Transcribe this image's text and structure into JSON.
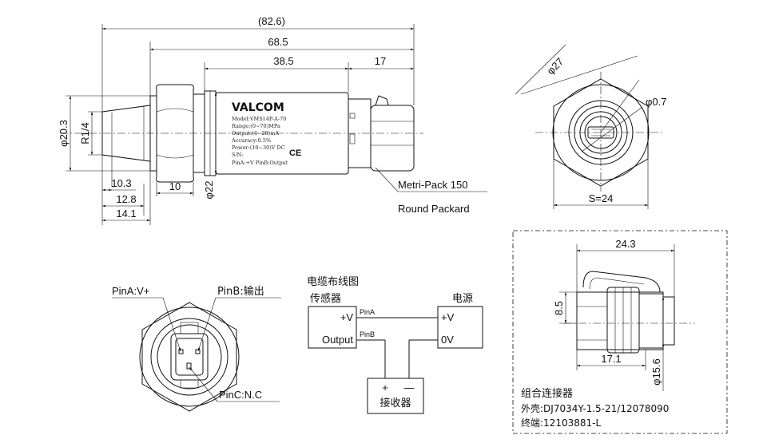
{
  "side_view": {
    "dims": {
      "overall": "(82.6)",
      "length_68": "68.5",
      "length_38": "38.5",
      "length_17": "17",
      "d203": "φ20.3",
      "r14": "R1/4",
      "d22": "φ22",
      "l103": "10.3",
      "l128": "12.8",
      "l141": "14.1",
      "l10": "10"
    },
    "label": {
      "logo": "VALCOM",
      "model": "Model:VMS14P-A-70",
      "range": "Range:(0~70)MPa",
      "output": "Output:(4~20)mA",
      "accuracy": "Accuracy:0.5%",
      "power": "Power:(10~30)V DC",
      "sn": "S/N:",
      "pins": "PinA:+V    PinB:Output",
      "ce": "CE"
    },
    "connector_callout_1": "Metri-Pack 150",
    "connector_callout_2": "Round Packard"
  },
  "end_view": {
    "d27": "φ27",
    "d07": "φ0.7",
    "s24": "S=24"
  },
  "pin_view": {
    "pin_a": "PinA:V+",
    "pin_b": "PinB:输出",
    "pin_c": "PinC:N.C"
  },
  "wiring": {
    "title": "电缆布线图",
    "sensor_title": "传感器",
    "sensor_plus": "+V",
    "sensor_output": "Output",
    "pin_a": "PinA",
    "pin_b": "PinB",
    "power_title": "电源",
    "power_plus": "+V",
    "power_0v": "0V",
    "receiver_plus": "+",
    "receiver_minus": "—",
    "receiver_label": "接收器"
  },
  "connector_detail": {
    "d243": "24.3",
    "d85": "8.5",
    "d171": "17.1",
    "d156": "φ15.6",
    "title": "组合连接器",
    "housing": "外壳:DJ7034Y-1.5-21/12078090",
    "terminal": "终端:12103881-L"
  }
}
